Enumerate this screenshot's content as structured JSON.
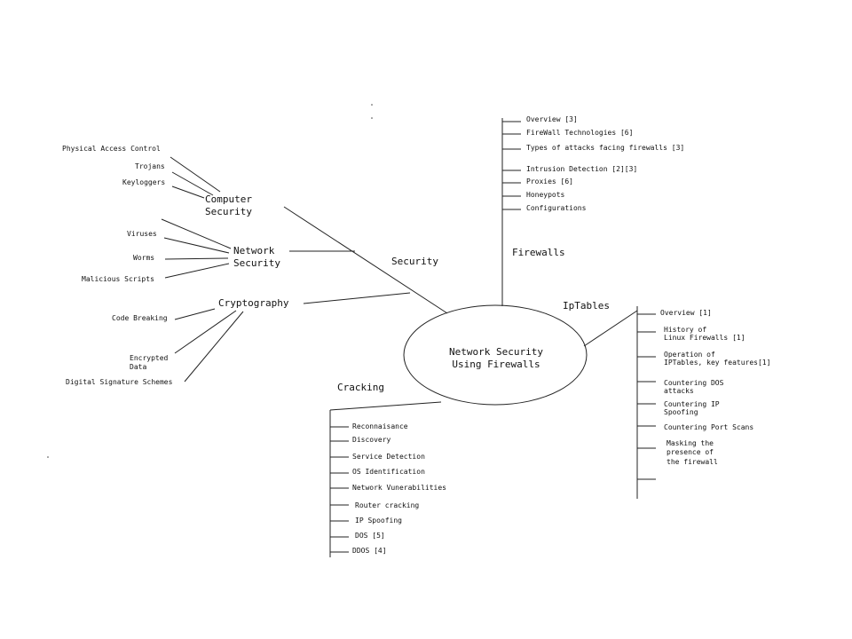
{
  "center": {
    "line1": "Network Security",
    "line2": "Using Firewalls"
  },
  "security": {
    "label": "Security",
    "computer_security": {
      "line1": "Computer",
      "line2": "Security",
      "leaves": [
        "Physical Access Control",
        "Trojans",
        "Keyloggers"
      ]
    },
    "network_security": {
      "line1": "Network",
      "line2": "Security",
      "leaves": [
        "Viruses",
        "Worms",
        "Malicious Scripts"
      ]
    },
    "cryptography": {
      "label": "Cryptography",
      "leaves": {
        "code": "Code Breaking",
        "enc1": "Encrypted",
        "enc2": "Data",
        "dig": "Digital Signature Schemes"
      }
    }
  },
  "firewalls": {
    "label": "Firewalls",
    "items": [
      "Overview [3]",
      "FireWall Technologies [6]",
      "Types of attacks facing firewalls [3]",
      "Intrusion Detection [2][3]",
      "Proxies [6]",
      "Honeypots",
      "Configurations"
    ]
  },
  "iptables": {
    "label": "IpTables",
    "items": {
      "overview": "Overview [1]",
      "history1": "History of",
      "history2": "Linux Firewalls [1]",
      "operation1": "Operation of",
      "operation2": "IPTables, key features[1]",
      "dos1": "Countering DOS",
      "dos2": "attacks",
      "ip1": "Countering IP",
      "ip2": "Spoofing",
      "port": "Countering Port Scans",
      "mask1": "Masking the",
      "mask2": "presence of",
      "mask3": "the firewall"
    }
  },
  "cracking": {
    "label": "Cracking",
    "items": [
      "Reconnaisance",
      "Discovery",
      "Service Detection",
      "OS Identification",
      "Network Vunerabilities",
      "Router cracking",
      "IP Spoofing",
      "DOS [5]",
      "DDOS [4]"
    ]
  }
}
